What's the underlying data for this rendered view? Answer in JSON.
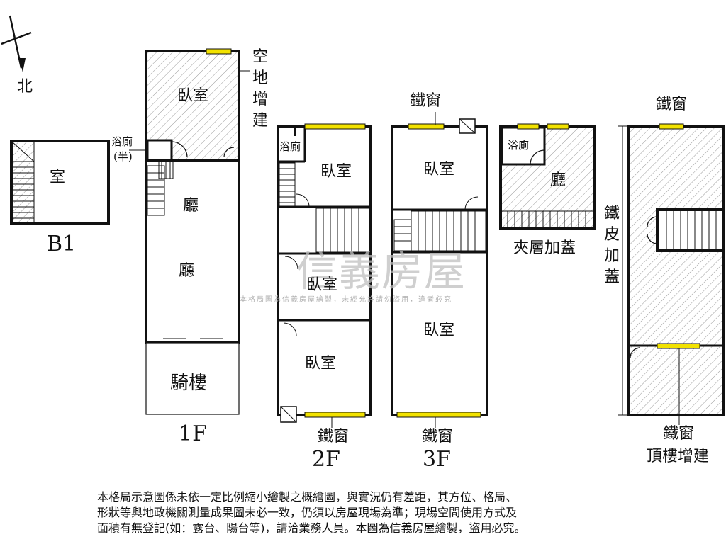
{
  "compass": {
    "label": "北"
  },
  "floors": {
    "b1": "B1",
    "f1": "1F",
    "f2": "2F",
    "f3": "3F"
  },
  "rooms": {
    "b1_room": "室",
    "f1_bedroom": "臥室",
    "f1_bath": "浴廁",
    "f1_bath_half": "(半)",
    "f1_hall_top": "廳",
    "f1_hall": "廳",
    "f1_arcade": "騎樓",
    "f1_extension": "空地增建",
    "f2_bath": "浴廁",
    "f2_bedroom_1": "臥室",
    "f2_bedroom_2": "臥室",
    "f2_bedroom_3": "臥室",
    "f2_window": "鐵窗",
    "f3_window_top": "鐵窗",
    "f3_bedroom_1": "臥室",
    "f3_bedroom_2": "臥室",
    "f3_window_bottom": "鐵窗",
    "mezz_bath": "浴廁",
    "mezz_hall": "廳",
    "mezz_title": "夾層加蓋",
    "roof_window_top": "鐵窗",
    "roof_side": "鐵皮加蓋",
    "roof_window_bottom": "鐵窗",
    "roof_title": "頂樓增建"
  },
  "watermark": {
    "brand": "信義房屋",
    "notice": "本格局圖為信義房屋繪製，未經允許請勿盜用，違者必究"
  },
  "disclaimer": [
    "本格局示意圖係未依一定比例縮小繪製之概繪圖，與實況仍有差距，其方位、格局、",
    "形狀等與地政機關測量成果圖未必一致，仍須以房屋現場為準；現場空間使用方式及",
    "面積有無登記(如：露台、陽台等)，請洽業務人員。本圖為信義房屋繪製，盜用必究。"
  ],
  "colors": {
    "wall": "#111111",
    "window": "#f2e200",
    "hatch": "#9a9a9a",
    "watermark": "#bfbfbf"
  }
}
